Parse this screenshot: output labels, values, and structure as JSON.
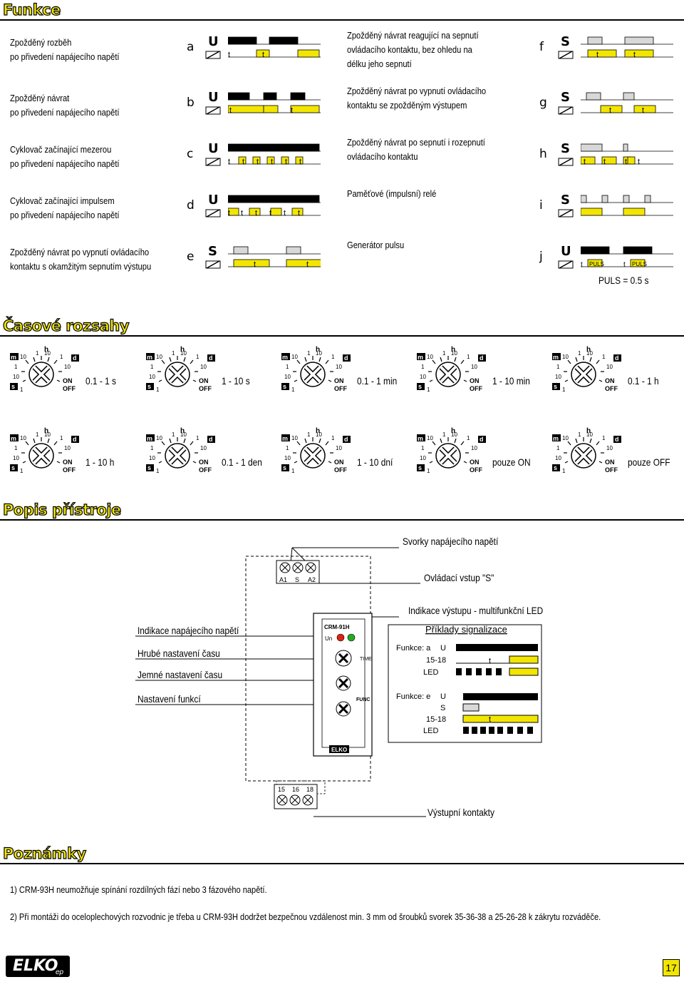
{
  "sections": {
    "funkce": "Funkce",
    "rozsahy": "Časové rozsahy",
    "popis": "Popis přístroje",
    "poznamky": "Poznámky"
  },
  "functions_left": [
    {
      "letter": "a",
      "line1": "Zpožděný rozběh",
      "line2": "po přivedení napájecího napětí",
      "sym": "U"
    },
    {
      "letter": "b",
      "line1": "Zpožděný návrat",
      "line2": "po přivedení napájecího napětí",
      "sym": "U"
    },
    {
      "letter": "c",
      "line1": "Cyklovač začínající mezerou",
      "line2": "po přivedení napájecího napětí",
      "sym": "U"
    },
    {
      "letter": "d",
      "line1": "Cyklovač začínající impulsem",
      "line2": "po přivedení napájecího napětí",
      "sym": "U"
    },
    {
      "letter": "e",
      "line1": "Zpožděný návrat po vypnutí ovládacího",
      "line2": "kontaktu s okamžitým sepnutím výstupu",
      "sym": "S"
    }
  ],
  "functions_right": [
    {
      "letter": "f",
      "line1": "Zpožděný návrat reagující na sepnutí",
      "line2": "ovládacího kontaktu, bez ohledu na",
      "line3": "délku jeho sepnutí",
      "sym": "S"
    },
    {
      "letter": "g",
      "line1": "Zpožděný návrat po vypnutí ovládacího",
      "line2": "kontaktu se zpožděným výstupem",
      "sym": "S"
    },
    {
      "letter": "h",
      "line1": "Zpožděný návrat po sepnutí i rozepnutí",
      "line2": "ovládacího kontaktu",
      "sym": "S"
    },
    {
      "letter": "i",
      "line1": "Paměťové (impulsní) relé",
      "line2": "",
      "sym": "S"
    },
    {
      "letter": "j",
      "line1": "Generátor pulsu",
      "line2": "",
      "sym": "U"
    }
  ],
  "t": "t",
  "puls": "PULS",
  "puls_note": "PULS = 0.5 s",
  "dial": {
    "m": "m",
    "h": "h",
    "d": "d",
    "s": "s",
    "n10": "10",
    "n1": "1",
    "on": "ON",
    "off": "OFF"
  },
  "ranges": [
    "0.1 - 1 s",
    "1 - 10 s",
    "0.1 - 1 min",
    "1 - 10 min",
    "0.1 - 1 h",
    "1 - 10 h",
    "0.1 - 1 den",
    "1 - 10 dní",
    "pouze ON",
    "pouze OFF"
  ],
  "device": {
    "svorky": "Svorky napájecího napětí",
    "ovladaci": "Ovládací vstup \"S\"",
    "indikace_vystupu": "Indikace výstupu - multifunkční LED",
    "priklady": "Příklady signalizace",
    "indikace_napeti": "Indikace napájecího napětí",
    "hrube": "Hrubé nastavení času",
    "jemne": "Jemné nastavení času",
    "nastaveni_funkci": "Nastavení funkcí",
    "vystupni": "Výstupní kontakty",
    "model": "CRM-91H",
    "un": "Un",
    "time": "TIME",
    "func": "FUNC",
    "term_top": [
      "A1",
      "S",
      "A2"
    ],
    "term_bottom": [
      "15",
      "16",
      "18"
    ],
    "funkce_a": "Funkce: a",
    "funkce_e": "Funkce: e",
    "u": "U",
    "s": "S",
    "c1518": "15-18",
    "led": "LED",
    "brand": "ELKO"
  },
  "notes": [
    "1) CRM-93H neumožňuje spínání rozdílných fází nebo 3 fázového napětí.",
    "2) Při montáži do oceloplechových rozvodnic je třeba u CRM-93H dodržet bezpečnou vzdálenost min. 3 mm od šroubků svorek 35-36-38 a 25-26-28 k zákrytu rozváděče."
  ],
  "footer": {
    "logo": "ELKO",
    "logo_sub": "ep",
    "page": "17"
  },
  "colors": {
    "accent": "#f2e600",
    "grey": "#d8d8d8"
  }
}
